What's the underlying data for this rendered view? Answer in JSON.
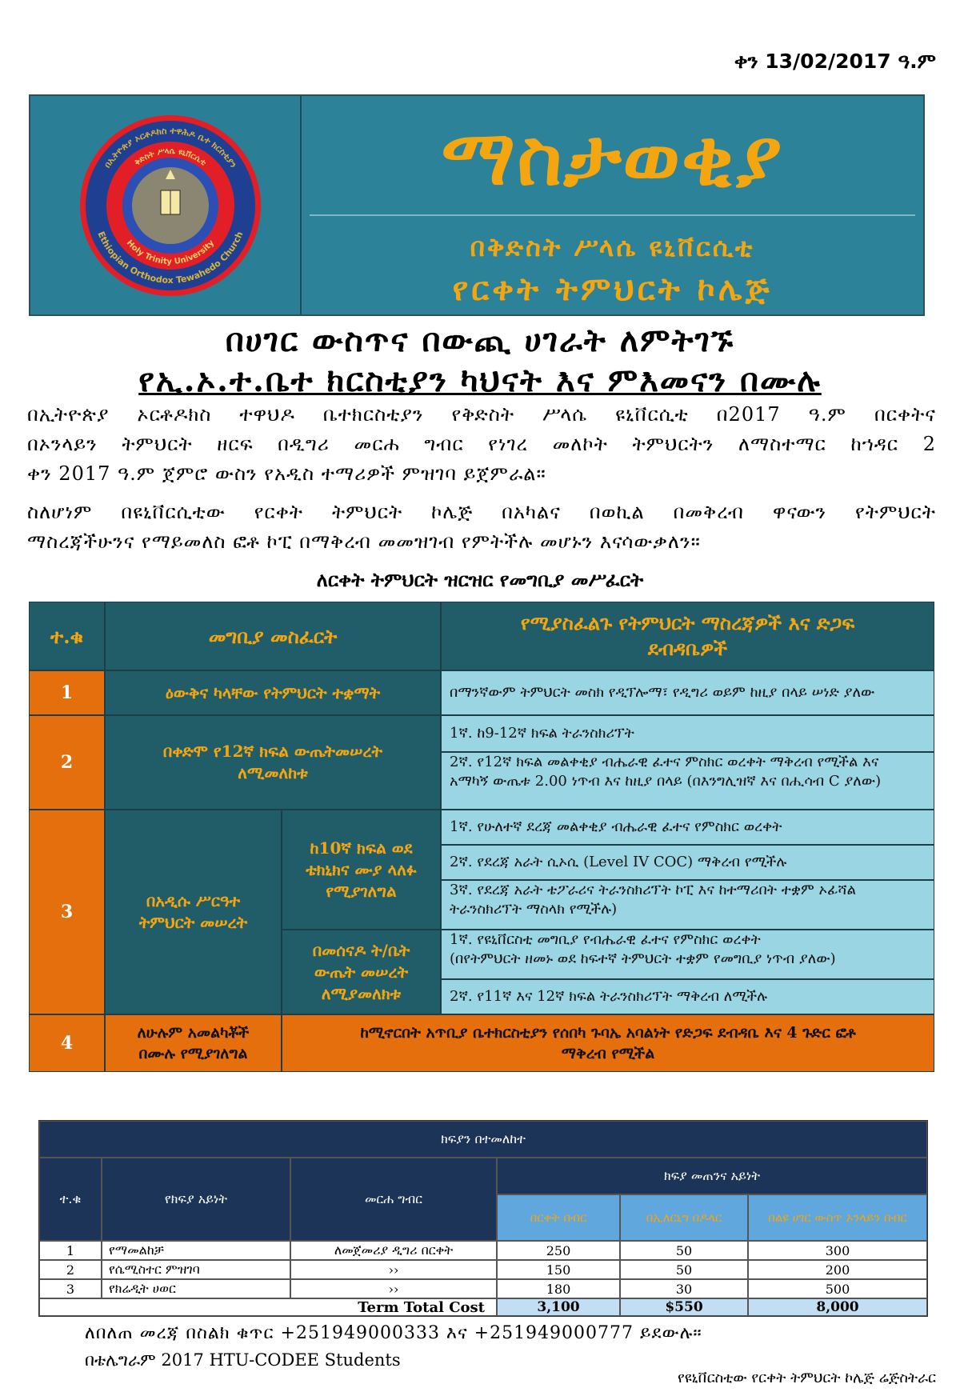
{
  "date": "ቀን 13/02/2017 ዓ.ም",
  "header": {
    "title": "ማስታወቂያ",
    "university": "በቅድስት ሥላሴ ዩኒቨርሲቲ",
    "college": "የርቀት ትምህርት ኮሌጅ",
    "logo": {
      "ring_text_top": "በኢትዮጵያ ኦርቶዶክስ ተዋሕዶ ቤተ ክርስቲያን",
      "ring_text_bottom": "Ethiopian Orthodox Tewahedo Church",
      "inner_text_top": "ቅድስት ሥላሴ ዩኒቨርሲቲ",
      "inner_text_bottom": "Holy Trinity University",
      "colors": {
        "outer": "#1f3f93",
        "ring": "#e21f26",
        "inner": "#2b4fb5"
      }
    }
  },
  "headline1": "በሀገር ውስጥና በውጪ ሀገራት ለምትገኙ",
  "headline2": "የኢ.ኦ.ተ.ቤተ ክርስቲያን ካህናት እና ምእመናን በሙሉ",
  "paragraph1": {
    "lines": [
      "በኢትዮጵያ ኦርቶዶክስ ተዋህዶ ቤተክርስቲያን የቅድስት ሥላሴ ዩኒቨርሲቲ በ2017 ዓ.ም በርቀትና",
      "በኦንላይን ትምህርት ዘርፍ በዲግሪ መርሐ ግብር የነገረ መለኮት ትምህርትን ለማስተማር ከኀዳር 2",
      "ቀን 2017 ዓ.ም ጀምሮ ውስን የአዲስ ተማሪዎች ምዝገባ ይጀምራል።"
    ]
  },
  "paragraph2": {
    "lines": [
      "ስለሆነም በዩኒቨርሲቲው የርቀት ትምህርት ኮሌጅ በአካልና በወኪል በመቅረብ ዋናውን የትምህርት",
      "ማስረጃችሁንና የማይመለስ ፎቶ ኮፒ በማቅረብ መመዝገብ የምትችሉ መሆኑን እናሳውቃለን።"
    ]
  },
  "table_title": "ለርቀት ትምህርት ዝርዝር የመግቢያ መሥፈርት",
  "requirements": {
    "headers": [
      "ተ.ቁ",
      "መግቢያ መስፈርት",
      "የሚያስፈልጉ የትምህርት ማስረጃዎች እና ድጋፍ ደብዳቤዎች"
    ],
    "rows": [
      {
        "no": "1",
        "criteria": "ዕውቅና ካላቸው የትምህርት ተቋማት",
        "docs": [
          "በማንኛውም ትምህርት መስክ የዲፕሎማ፣ የዲግሪ ወይም ከዚያ በላይ ሠነድ ያለው"
        ]
      },
      {
        "no": "2",
        "criteria": "በቀድሞ የ12ኛ ክፍል ውጤትመሠረት ለሚመለከቱ",
        "docs": [
          "1ኛ. ከ9-12ኛ ክፍል ትራንስክሪፕት",
          "2ኛ. የ12ኛ ክፍል መልቀቂያ ብሔራዊ ፈተና ምስክር ወረቀት ማቅረብ የሚችል እና",
          "አማካኝ ውጤቱ 2.00 ነጥብ እና ከዚያ በላይ (በእንግሊዝኛ እና በሒሳብ C ያለው)"
        ]
      },
      {
        "no": "3",
        "criteria": "በአዲሱ ሥርዓተ ትምህርት መሠረት",
        "sub": [
          {
            "label": "ከ10ኛ ክፍል ወደ ቴክኒክና ሙያ ላለፉ የሚያገለግል",
            "docs": [
              "1ኛ. የሁለተኛ ደረጃ መልቀቂያ ብሔራዊ ፈተና የምስክር ወረቀት",
              "2ኛ. የደረጃ አራት ሲኦሲ (Level IV COC) ማቅረብ የሚችሉ",
              "3ኛ. የደረጃ አራት ቴፖራሪና ትራንስክሪፕት ኮፒ እና ከተማሪበት ተቋም ኦፊሻል",
              "ትራንስክሪፕት ማስላክ የሚችሉ)"
            ]
          },
          {
            "label": "በመሰናዶ ት/ቤት ውጤት መሠረት ለሚያመለክቱ",
            "docs": [
              "1ኛ. የዩኒቨርስቲ መግቢያ የብሔራዊ ፈተና የምስክር ወረቀት",
              "(በየትምህርት ዘመኑ ወደ ከፍተኛ ትምህርት ተቋም የመግቢያ ነጥብ ያለው)",
              "2ኛ. የ11ኛ እና 12ኛ ክፍል ትራንስክሪፕት ማቅረብ ለሚችሉ"
            ]
          }
        ]
      },
      {
        "no": "4",
        "criteria": "ለሁሉም አመልካቾች በሙሉ የሚያገለግል",
        "docs": [
          "ከሚኖርበት አጥቢያ ቤተክርስቲያን የሰበካ ጉባኤ አባልነት የድጋፍ ደብዳቤ እና 4 ጉድር ፎቶ",
          "ማቅረብ የሚችል"
        ]
      }
    ]
  },
  "fees": {
    "title": "ክፍያን በተመለከተ",
    "headers": {
      "no": "ተ.ቁ",
      "type": "የክፍያ አይነት",
      "program": "መርሐ ግብር",
      "group": "ክፍያ መጠንና አይነት",
      "cols": [
        "በርቀት በብር",
        "በኢለርኒግ በዶላር",
        "በልዩ ሀገር ውስጥ ኦንላይን በብር"
      ]
    },
    "rows": [
      {
        "no": "1",
        "type": "የማመልከቻ",
        "program": "ለመጀመሪያ ዲግሪ በርቀት",
        "values": [
          "250",
          "50",
          "300"
        ]
      },
      {
        "no": "2",
        "type": "የሴሚስተር ምዝገባ",
        "program": "››",
        "values": [
          "150",
          "50",
          "200"
        ]
      },
      {
        "no": "3",
        "type": "የክሬዲት ሀወር",
        "program": "››",
        "values": [
          "180",
          "30",
          "500"
        ]
      }
    ],
    "total_label": "Term Total Cost",
    "totals": [
      "3,100",
      "$550",
      "8,000"
    ]
  },
  "contact1": "ለበለጠ መረጃ በስልክ ቁጥር +251949000333 እና +251949000777 ይደውሉ።",
  "contact2": "በቴሌግራም 2017 HTU-CODEE Students",
  "footer": "የዩኒቨርስቲው የርቀት ትምህርት ኮሌጅ ሬጅስትራር"
}
